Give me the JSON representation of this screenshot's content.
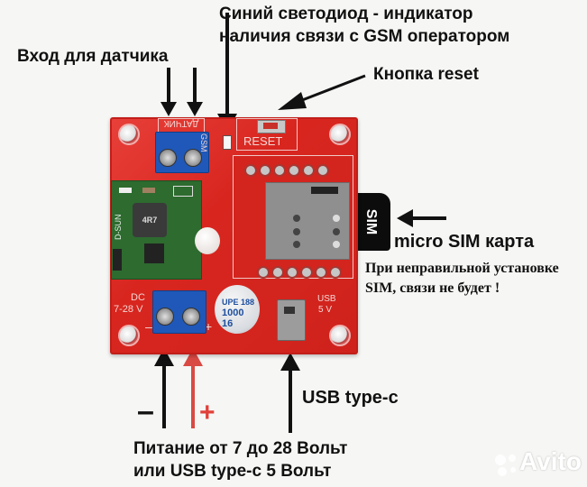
{
  "labels": {
    "led_title_line1": "Синий светодиод - индикатор",
    "led_title_line2": "наличия связи с GSM оператором",
    "sensor_input": "Вход для датчика",
    "reset_button": "Кнопка reset",
    "micro_sim": "micro SIM карта",
    "sim_warning_line1": "При неправильной установке",
    "sim_warning_line2": "SIM, связи не будет !",
    "usb_type_c": "USB type-c",
    "minus_sign": "–",
    "plus_sign": "+",
    "power_line1": "Питание от 7 до 28 Вольт",
    "power_line2": "или  USB type-c 5 Вольт"
  },
  "board": {
    "sensor_silk": "ДАТЧИК",
    "gsm_silk": "GSM",
    "reset_silk": "RESET",
    "dc_silk_line1": "DC",
    "dc_silk_line2": "7-28 V",
    "usb_silk_line1": "USB",
    "usb_silk_line2": "5 V",
    "module_silk": "D-SUN",
    "inductor_marking": "4R7",
    "capacitor_line1": "UPE 188",
    "capacitor_line2": "1000",
    "capacitor_line3": "16",
    "sim_card_text": "SIM",
    "minus_silk": "–",
    "plus_silk": "+"
  },
  "watermark": {
    "text": "Avito"
  },
  "colors": {
    "pcb_red": "#d92a24",
    "terminal_blue": "#1f58b8",
    "module_green": "#2d6b2f",
    "arrow_black": "#111111",
    "arrow_red": "#d94a44",
    "plus_red": "#e0403a"
  }
}
